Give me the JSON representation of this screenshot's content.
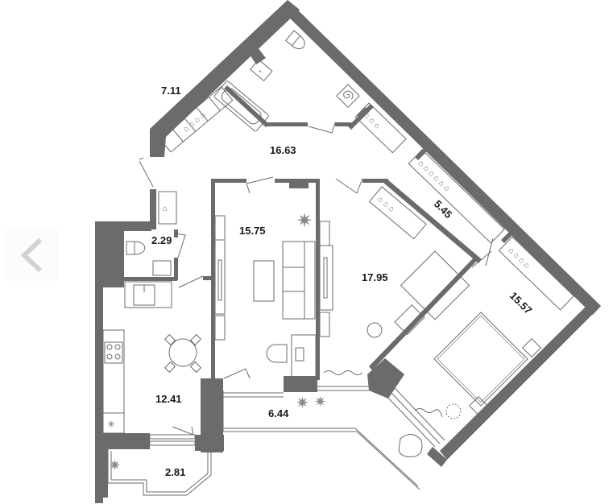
{
  "navigation": {
    "prev_button_label": "",
    "prev_icon": "chevron-left-icon",
    "icon_color": "#d2d2d2"
  },
  "floor_plan": {
    "wall_color": "#6b6b6b",
    "line_color": "#6b6b6b",
    "label_color": "#1a1a1a",
    "rooms": [
      {
        "id": "bathroom",
        "area": "7.11"
      },
      {
        "id": "hallway",
        "area": "16.63"
      },
      {
        "id": "living-room",
        "area": "15.75"
      },
      {
        "id": "bedroom-1",
        "area": "17.95"
      },
      {
        "id": "walk-in-closet",
        "area": "5.45"
      },
      {
        "id": "bedroom-2",
        "area": "15.57"
      },
      {
        "id": "toilet",
        "area": "2.29"
      },
      {
        "id": "kitchen",
        "area": "12.41"
      },
      {
        "id": "balcony-main",
        "area": "6.44"
      },
      {
        "id": "balcony-small",
        "area": "2.81"
      }
    ]
  }
}
